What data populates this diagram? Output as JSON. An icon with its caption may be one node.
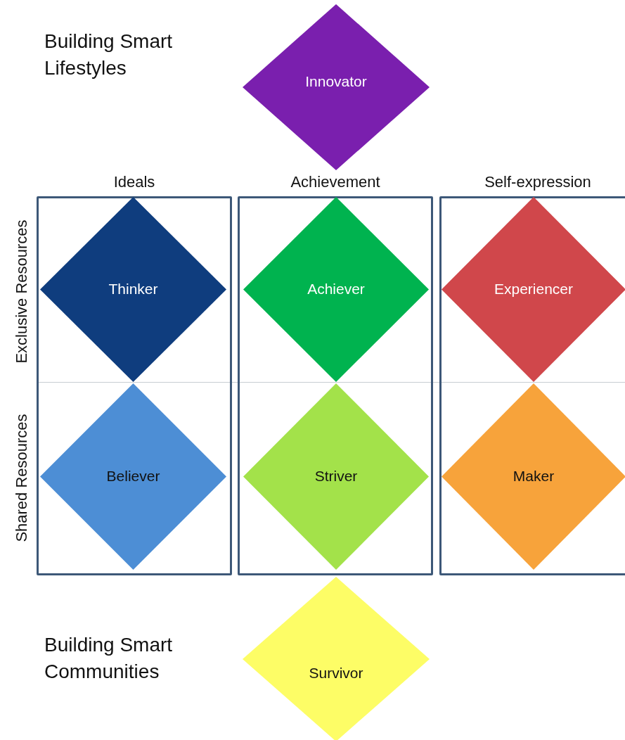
{
  "diagram": {
    "nodes": [
      {
        "text": [
          "Innovator"
        ]
      },
      {
        "text": [
          "Ideals"
        ]
      },
      {
        "text": [
          "Achievement"
        ]
      },
      {
        "text": [
          "Self-expression"
        ]
      },
      {
        "text": [
          "Thinker"
        ],
        "in": 1
      },
      {
        "text": [
          "Achiever"
        ],
        "in": 2
      },
      {
        "text": [
          "Experiencer"
        ],
        "in": 3
      },
      {
        "text": [
          "Believer"
        ],
        "in": 1
      },
      {
        "text": [
          "Striver"
        ],
        "in": 2
      },
      {
        "text": [
          "Maker"
        ],
        "in": 3
      },
      {
        "text": [
          "Survivor"
        ]
      }
    ],
    "labels": [
      "Building Smart Lifestyles",
      "Exclusive Resources",
      "Shared Resources",
      "Building Smart Communities"
    ]
  }
}
